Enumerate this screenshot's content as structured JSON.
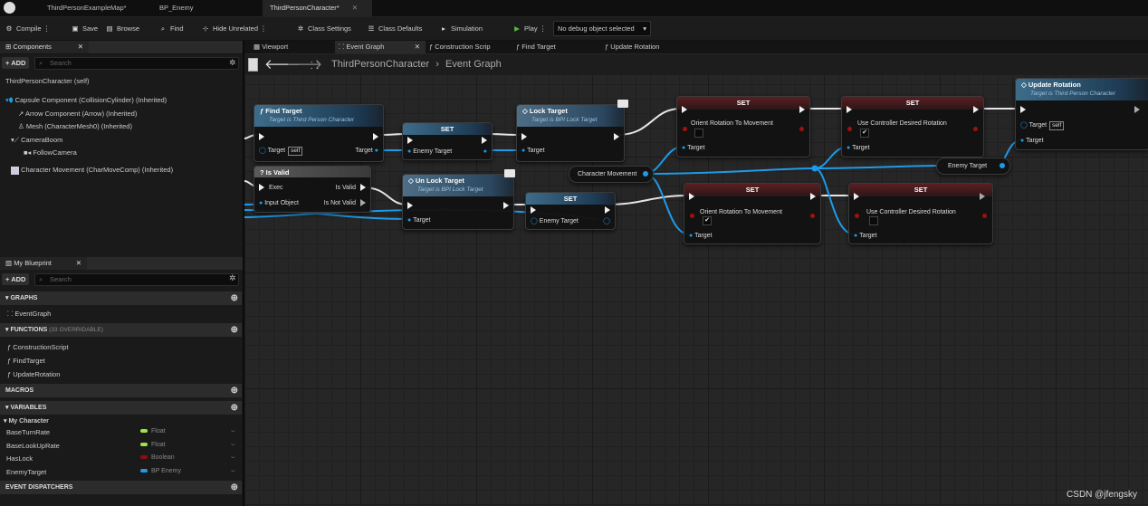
{
  "doc_tabs": [
    {
      "label": "ThirdPersonExampleMap*"
    },
    {
      "label": "BP_Enemy"
    },
    {
      "label": "ThirdPersonCharacter*"
    }
  ],
  "toolbar": {
    "compile": "Compile",
    "save": "Save",
    "browse": "Browse",
    "find": "Find",
    "hide_unrelated": "Hide Unrelated",
    "class_settings": "Class Settings",
    "class_defaults": "Class Defaults",
    "simulation": "Simulation",
    "play": "Play",
    "debug_object": "No debug object selected"
  },
  "components": {
    "title": "Components",
    "add": "ADD",
    "search_placeholder": "Search",
    "tree": [
      "ThirdPersonCharacter (self)",
      "Capsule Component (CollisionCylinder) (Inherited)",
      "Arrow Component (Arrow) (Inherited)",
      "Mesh (CharacterMesh0) (Inherited)",
      "CameraBoom",
      "FollowCamera",
      "Character Movement (CharMoveComp) (Inherited)"
    ]
  },
  "my_blueprint": {
    "title": "My Blueprint",
    "add": "ADD",
    "search_placeholder": "Search",
    "graphs_label": "GRAPHS",
    "graphs": [
      "EventGraph"
    ],
    "functions_label": "FUNCTIONS",
    "functions_count": "(33 OVERRIDABLE)",
    "functions": [
      "ConstructionScript",
      "FindTarget",
      "UpdateRotation"
    ],
    "macros_label": "MACROS",
    "variables_label": "VARIABLES",
    "category": "My Character",
    "variables": [
      {
        "name": "BaseTurnRate",
        "type": "Float",
        "color": "#9ee34a"
      },
      {
        "name": "BaseLookUpRate",
        "type": "Float",
        "color": "#9ee34a"
      },
      {
        "name": "HasLock",
        "type": "Boolean",
        "color": "#8c0f0f"
      },
      {
        "name": "EnemyTarget",
        "type": "BP Enemy",
        "color": "#1f9ae8"
      }
    ],
    "dispatchers_label": "EVENT DISPATCHERS"
  },
  "graph_tabs": [
    "Viewport",
    "Event Graph",
    "Construction Scrip",
    "Find Target",
    "Update Rotation"
  ],
  "breadcrumb": {
    "root": "ThirdPersonCharacter",
    "sep": "›",
    "current": "Event Graph"
  },
  "nodes": {
    "find_target": {
      "title": "Find Target",
      "sub": "Target is Third Person Character",
      "pin_target": "Target",
      "self": "self",
      "out_target": "Target"
    },
    "set1": {
      "title": "SET",
      "pin": "Enemy Target"
    },
    "lock_target": {
      "title": "Lock Target",
      "sub": "Target is BPI Lock Target",
      "pin": "Target"
    },
    "set_orient1": {
      "title": "SET",
      "pin": "Orient Rotation To Movement",
      "target": "Target"
    },
    "set_ucdr1": {
      "title": "SET",
      "pin": "Use Controller Desired Rotation",
      "target": "Target"
    },
    "update_rotation": {
      "title": "Update Rotation",
      "sub": "Target is Third Person Character",
      "pin_target": "Target",
      "self": "self",
      "pin2": "Target"
    },
    "is_valid": {
      "title": "? Is Valid",
      "exec": "Exec",
      "input": "Input Object",
      "is_valid": "Is Valid",
      "is_not_valid": "Is Not Valid"
    },
    "char_movement": {
      "label": "Character Movement"
    },
    "enemy_target_get": {
      "label": "Enemy Target"
    },
    "unlock_target": {
      "title": "Un Lock Target",
      "sub": "Target is BPI Lock Target",
      "pin": "Target"
    },
    "set2": {
      "title": "SET",
      "pin": "Enemy Target"
    },
    "set_orient2": {
      "title": "SET",
      "pin": "Orient Rotation To Movement",
      "target": "Target"
    },
    "set_ucdr2": {
      "title": "SET",
      "pin": "Use Controller Desired Rotation",
      "target": "Target"
    }
  },
  "watermark": "CSDN @jfengsky"
}
